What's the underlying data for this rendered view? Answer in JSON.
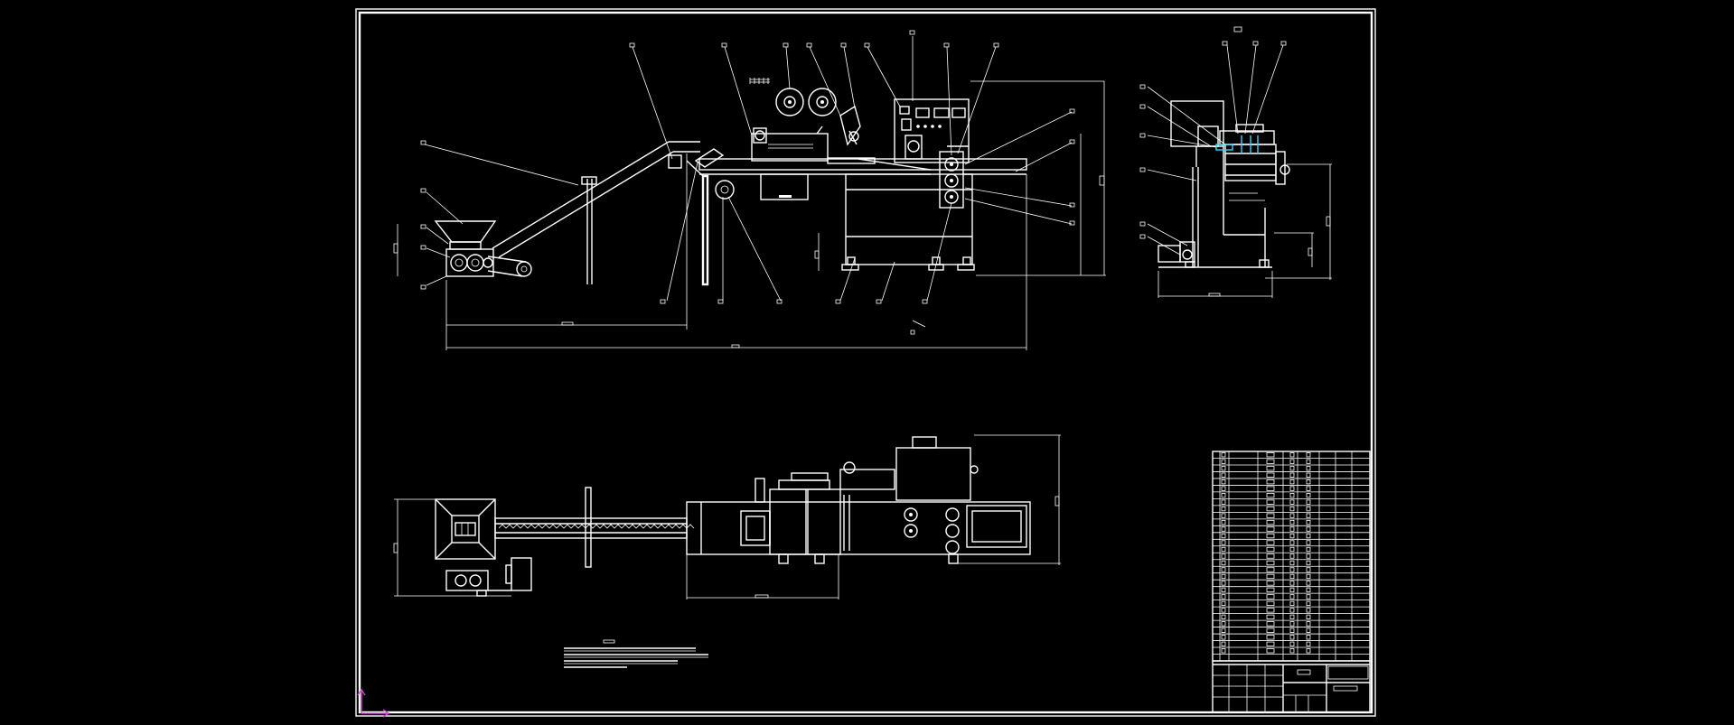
{
  "drawing": {
    "background": "#000000",
    "line_color": "#ffffff",
    "accent_color": "#36d8ff",
    "ucs_color": "#d050d0",
    "views": [
      "front-elevation",
      "side-elevation",
      "plan-view"
    ],
    "technical_notes_lines": 4,
    "parts_list_rows": 30
  }
}
